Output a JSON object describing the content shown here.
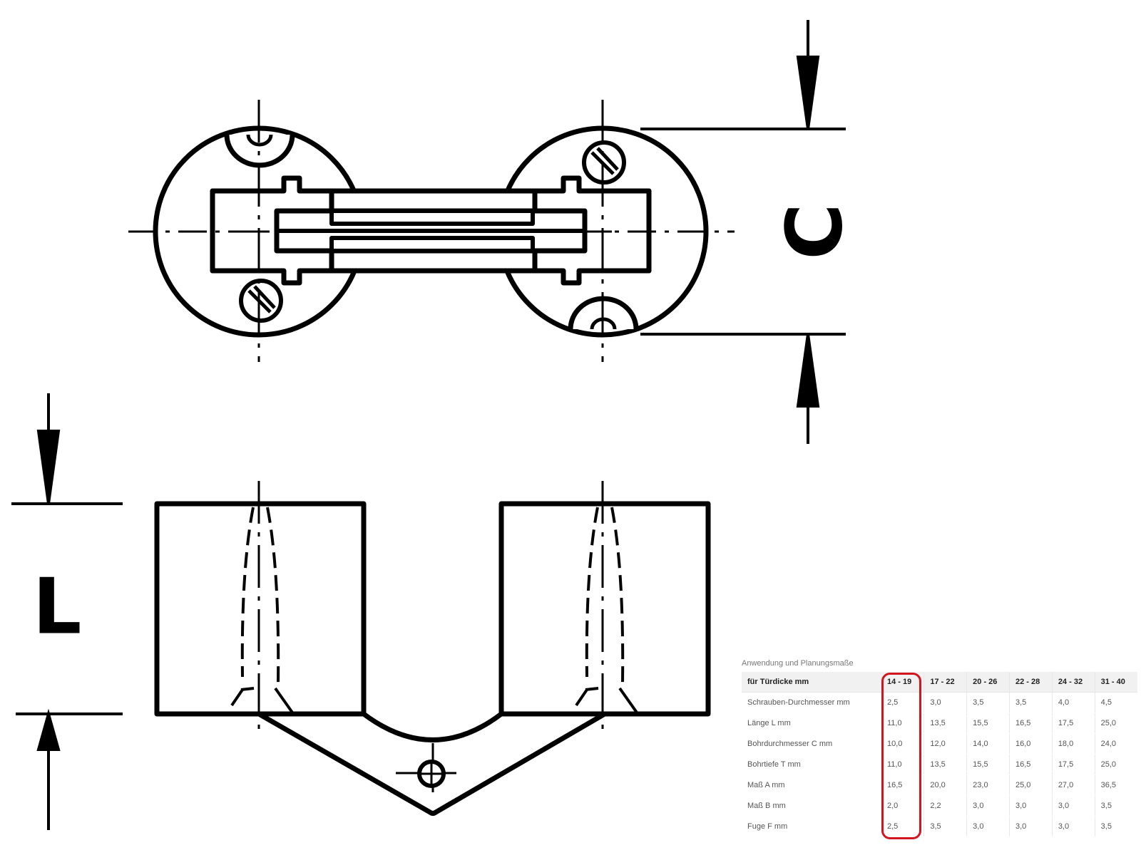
{
  "drawing": {
    "dimension_letters": {
      "c": "C",
      "l": "L"
    }
  },
  "spec_table": {
    "caption": "Anwendung und Planungsmaße",
    "header_label": "für Türdicke mm",
    "columns": [
      "14 - 19",
      "17 - 22",
      "20 - 26",
      "22 - 28",
      "24 - 32",
      "31 - 40"
    ],
    "rows": [
      {
        "label": "Schrauben-Durchmesser mm",
        "values": [
          "2,5",
          "3,0",
          "3,5",
          "3,5",
          "4,0",
          "4,5"
        ]
      },
      {
        "label": "Länge L mm",
        "values": [
          "11,0",
          "13,5",
          "15,5",
          "16,5",
          "17,5",
          "25,0"
        ]
      },
      {
        "label": "Bohrdurchmesser C mm",
        "values": [
          "10,0",
          "12,0",
          "14,0",
          "16,0",
          "18,0",
          "24,0"
        ]
      },
      {
        "label": "Bohrtiefe T mm",
        "values": [
          "11,0",
          "13,5",
          "15,5",
          "16,5",
          "17,5",
          "25,0"
        ]
      },
      {
        "label": "Maß A mm",
        "values": [
          "16,5",
          "20,0",
          "23,0",
          "25,0",
          "27,0",
          "36,5"
        ]
      },
      {
        "label": "Maß B mm",
        "values": [
          "2,0",
          "2,2",
          "3,0",
          "3,0",
          "3,0",
          "3,5"
        ]
      },
      {
        "label": "Fuge F mm",
        "values": [
          "2,5",
          "3,5",
          "3,0",
          "3,0",
          "3,0",
          "3,5"
        ]
      }
    ],
    "highlight_color": "#d1161f"
  }
}
